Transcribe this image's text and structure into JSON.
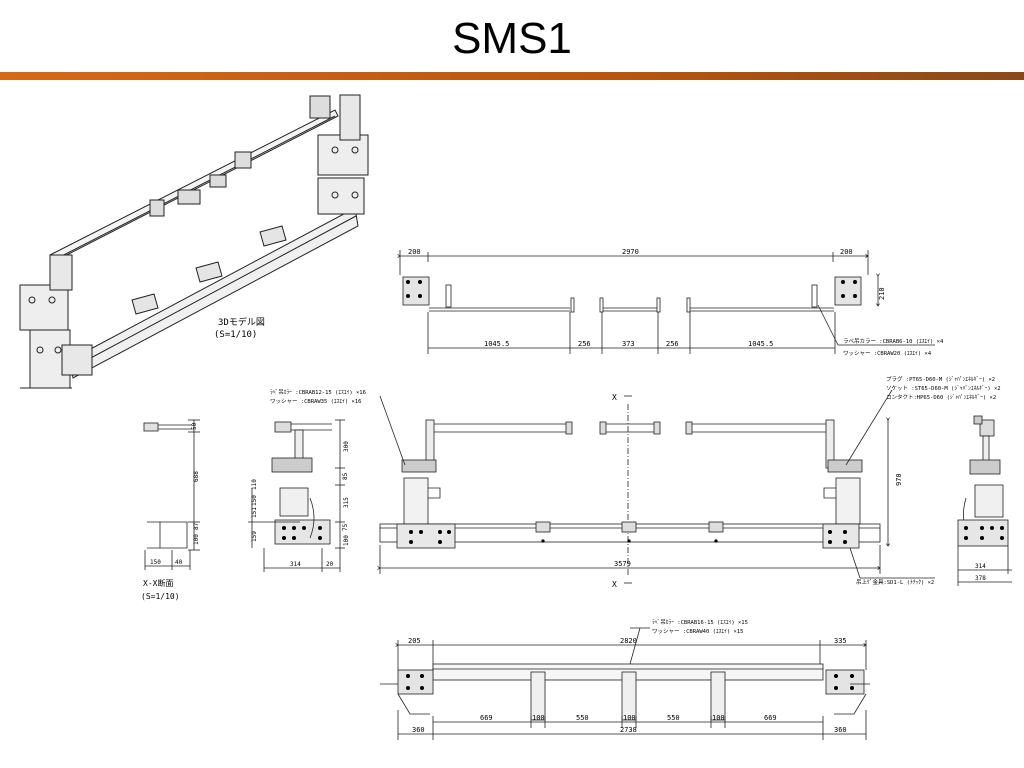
{
  "slide": {
    "title": "SMS1",
    "accent_color": "#d46a17"
  },
  "iso_view": {
    "caption_line1": "3Dモデル図",
    "caption_line2": "(S=1/10)"
  },
  "top_view": {
    "dim_left": "200",
    "dim_total": "2970",
    "dim_right": "200",
    "dim_height": "210",
    "seg_1": "1045.5",
    "seg_2": "256",
    "seg_3": "373",
    "seg_4": "256",
    "seg_5": "1045.5",
    "note_1": "ラベ吊カラー :CBRAB6-10 (ｴｽｴｲ) ×4",
    "note_2": "ワッシャー  :CBRAW20 (ｴｽｴｲ) ×4"
  },
  "front_view": {
    "note_a1": "ﾗﾍﾞ吊ｶﾗｰ :CBRAB12-15 (ｴｽｴｲ) ×16",
    "note_a2": "ワッシャー  :CBRAW35 (ｴｽｴｲ) ×16",
    "note_b1": "プラグ  :PT65-D60-M (ｼﾞｬﾊﾟﾝｴﾈﾙｷﾞｰ) ×2",
    "note_b2": "ソケット :ST65-D60-M (ｼﾞｬﾊﾟﾝｴﾈﾙｷﾞｰ) ×2",
    "note_b3": "コンタクト:HP65-D60 (ｼﾞｬﾊﾟﾝｴﾈﾙｷﾞｰ) ×2",
    "section_mark_top": "X",
    "section_mark_bottom": "X",
    "dim_width": "3579",
    "dim_height": "970",
    "note_bottom": "吊上ｹﾞ金具:SD1-L (ﾅﾁｯｸ) ×2"
  },
  "section_view": {
    "dim_top": "50",
    "dim_mid": "688",
    "dim_low_a": "100",
    "dim_low_b": "87",
    "dim_w1": "150",
    "dim_w2": "40",
    "caption_line1": "X-X断面",
    "caption_line2": "(S=1/10)"
  },
  "left_side_view": {
    "dim_a": "300",
    "dim_b": "85",
    "dim_c": "315",
    "dim_d": "100",
    "dim_e": "75",
    "dim_f": "150",
    "dim_g": "151",
    "dim_h": "110",
    "dim_i": "159",
    "dim_w1": "314",
    "dim_w2": "20"
  },
  "right_side_view": {
    "dim_w1": "314",
    "dim_w2": "378"
  },
  "bottom_view": {
    "note_1": "ﾗﾍﾞ吊ｶﾗｰ :CBRAB16-15 (ｴｽｴｲ) ×15",
    "note_2": "ワッシャー  :CBRAW40 (ｴｽｴｲ) ×15",
    "dim_left": "205",
    "dim_total": "2820",
    "dim_right": "335",
    "seg_1": "669",
    "seg_2": "100",
    "seg_3": "550",
    "seg_4": "100",
    "seg_5": "550",
    "seg_6": "100",
    "seg_7": "669",
    "dim_bl": "360",
    "dim_btotal": "2738",
    "dim_br": "360"
  }
}
